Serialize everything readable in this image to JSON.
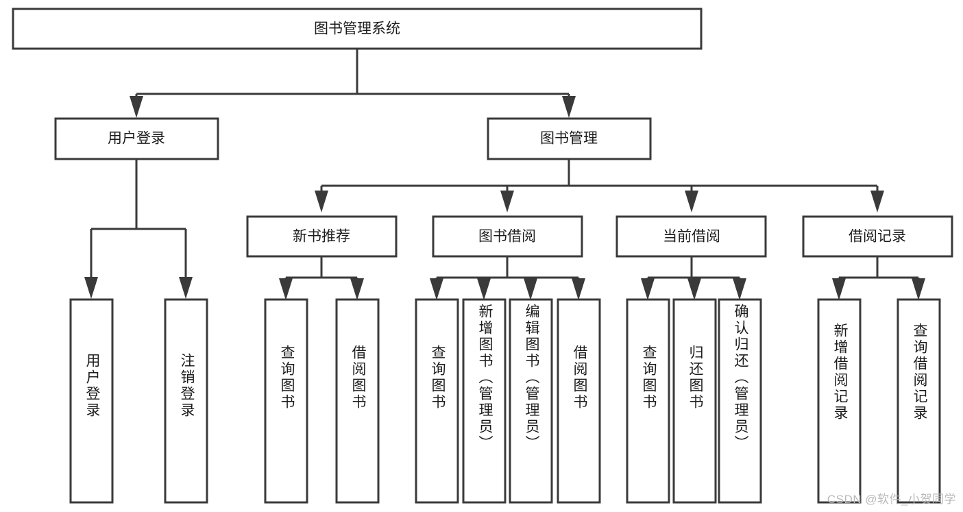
{
  "diagram": {
    "title": "图书管理系统",
    "type": "tree-hierarchy-chart",
    "theme": {
      "background": "#ffffff",
      "box_fill": "#ffffff",
      "box_stroke": "#3a3a3a",
      "text_color": "#1c1c1c",
      "watermark_color": "#b9b9b9"
    },
    "root": {
      "label": "图书管理系统"
    },
    "level2": [
      {
        "label": "用户登录"
      },
      {
        "label": "图书管理"
      }
    ],
    "level3": [
      {
        "label": "新书推荐"
      },
      {
        "label": "图书借阅"
      },
      {
        "label": "当前借阅"
      },
      {
        "label": "借阅记录"
      }
    ],
    "leaves": {
      "user_login": [
        {
          "label": "用户登录"
        },
        {
          "label": "注销登录"
        }
      ],
      "new_book_recommend": [
        {
          "label": "查询图书"
        },
        {
          "label": "借阅图书"
        }
      ],
      "book_borrow": [
        {
          "label": "查询图书"
        },
        {
          "label": "新增图书（管理员）"
        },
        {
          "label": "编辑图书（管理员）"
        },
        {
          "label": "借阅图书"
        }
      ],
      "current_borrow": [
        {
          "label": "查询图书"
        },
        {
          "label": "归还图书"
        },
        {
          "label": "确认归还（管理员）"
        }
      ],
      "borrow_record": [
        {
          "label": "新增借阅记录"
        },
        {
          "label": "查询借阅记录"
        }
      ]
    },
    "watermark": "CSDN @软件_小贺同学"
  }
}
